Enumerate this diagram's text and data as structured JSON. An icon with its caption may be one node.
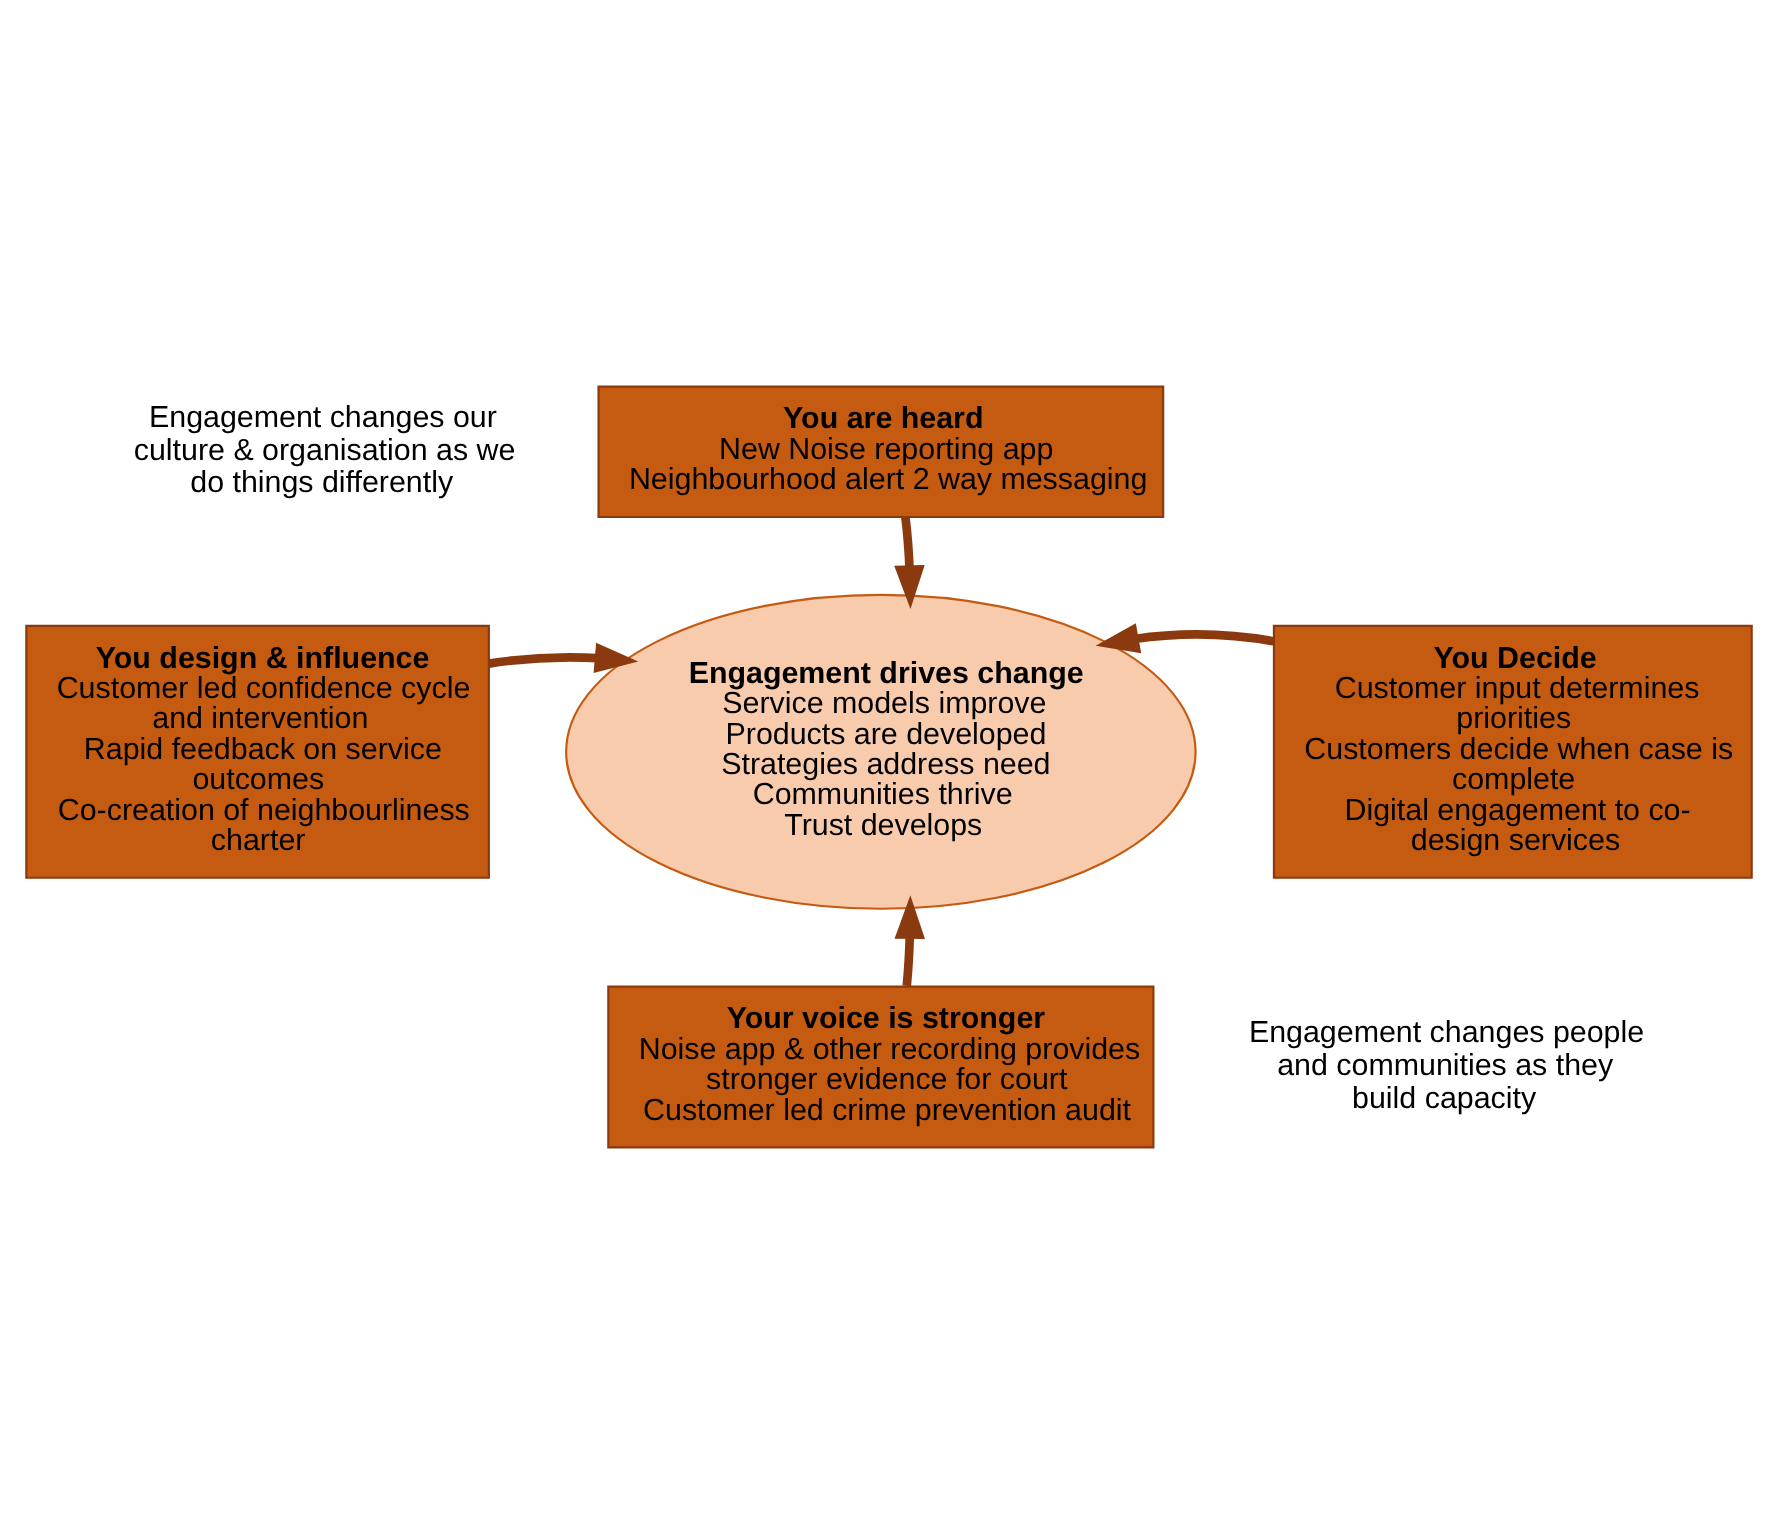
{
  "diagram": {
    "nodes": [
      {
        "text": [
          "Engagement drives change",
          "Service models improve",
          "Products are developed",
          "Strategies address need",
          "Communities thrive",
          "Trust develops"
        ]
      },
      {
        "text": [
          "You are heard",
          "New Noise reporting app",
          "Neighbourhood alert 2 way messaging"
        ]
      },
      {
        "text": [
          "You design & influence",
          "Customer led confidence cycle and intervention",
          "Rapid feedback on service outcomes",
          "Co-creation of neighbourliness charter"
        ]
      },
      {
        "text": [
          "You Decide",
          "Customer input determines priorities",
          "Customers decide when case is complete",
          "Digital engagement to co-design services"
        ]
      },
      {
        "text": [
          "Your voice is stronger",
          "Noise app & other recording provides stronger evidence for court",
          "Customer led crime prevention audit"
        ]
      }
    ],
    "edges": [
      {
        "from": 1,
        "to": 0,
        "arrow": "to"
      },
      {
        "from": 2,
        "to": 0,
        "arrow": "to"
      },
      {
        "from": 3,
        "to": 0,
        "arrow": "to"
      },
      {
        "from": 4,
        "to": 0,
        "arrow": "to"
      }
    ],
    "labels": [
      "Engagement changes our culture & organisation as we do things differently",
      "Engagement changes people and communities as they build capacity"
    ]
  }
}
